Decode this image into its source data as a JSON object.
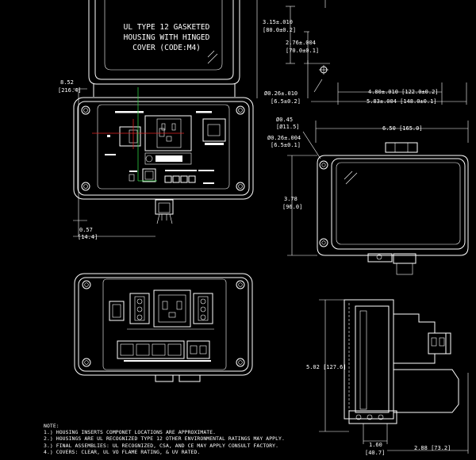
{
  "cover_label": [
    "UL TYPE 12 GASKETED",
    "HOUSING WITH HINGED",
    "COVER (CODE:M4)"
  ],
  "dimensions": {
    "top_offset": "3.15±.010",
    "top_offset_mm": "[80.0±0.2]",
    "mid_offset": "2.76±.004",
    "mid_offset_mm": "[70.0±0.1]",
    "left_height": "8.52",
    "left_height_mm": "[216.4]",
    "hole_dia": "Ø0.26±.010",
    "hole_dia_mm": "[6.5±0.2]",
    "inner_width": "4.80±.010 [122.0±0.2]",
    "outer_width": "5.83±.004 [148.0±0.1]",
    "hole_small": "Ø0.45",
    "hole_small_mm": "[Ø11.5]",
    "hole_mid": "Ø0.26±.004",
    "hole_mid_mm": "[6.5±0.1]",
    "body_width": "6.50 [165.0]",
    "body_height": "3.78",
    "body_height_mm": "[96.0]",
    "flange": "0.57",
    "flange_mm": "[14.4]",
    "side_height": "5.02 [127.6]",
    "depth_a": "1.60",
    "depth_a_mm": "[40.7]",
    "depth_b": "2.88 [73.2]"
  },
  "notes": {
    "title": "NOTE:",
    "items": [
      "1.) HOUSING INSERTS COMPONET LOCATIONS ARE APPROXIMATE.",
      "2.) HOUSINGS ARE UL RECOGNIZED TYPE 12 OTHER ENVIRONMENTAL RATINGS MAY APPLY.",
      "3.) FINAL ASSEMBLIES: UL RECOGNIZED, CSA, AND CE MAY APPLY CONSULT FACTORY.",
      "4.) COVERS: CLEAR, UL VO FLAME RATING, & UV RATED."
    ]
  }
}
